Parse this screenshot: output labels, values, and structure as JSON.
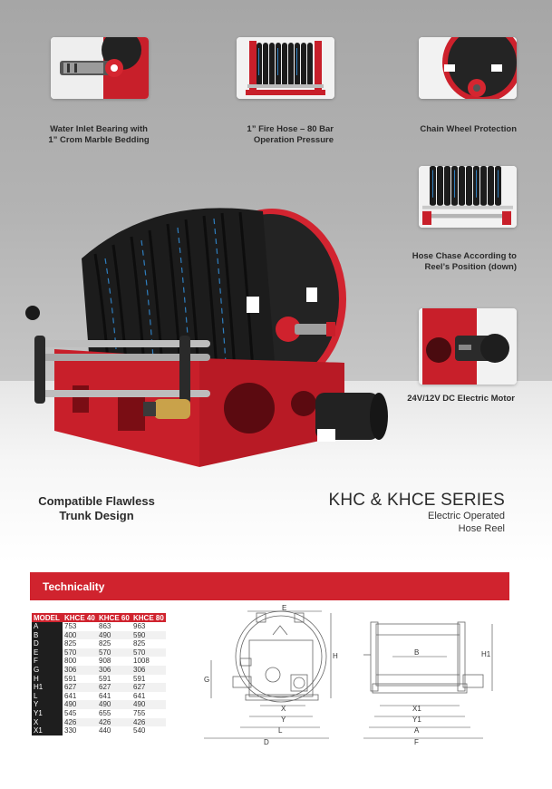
{
  "features": [
    {
      "caption": "Water Inlet Bearing with\n1” Crom Marble Bedding",
      "icon": "water-inlet-bearing-photo"
    },
    {
      "caption": "1” Fire Hose – 80 Bar\nOperation Pressure",
      "icon": "fire-hose-photo"
    },
    {
      "caption": "Chain Wheel Protection",
      "icon": "chain-wheel-photo"
    },
    {
      "caption": "Hose Chase According to\nReel’s Position (down)",
      "icon": "hose-chase-photo"
    },
    {
      "caption": "24V/12V DC Electric Motor",
      "icon": "electric-motor-photo"
    }
  ],
  "tagline": "Compatible Flawless\nTrunk Design",
  "series": {
    "title": "KHC & KHCE SERIES",
    "subtitle_line1": "Electric Operated",
    "subtitle_line2": "Hose Reel"
  },
  "technicality": {
    "title": "Technicality"
  },
  "table": {
    "headers": [
      "MODEL",
      "KHCE 40",
      "KHCE 60",
      "KHCE 80"
    ],
    "rows": [
      [
        "A",
        "753",
        "863",
        "963"
      ],
      [
        "B",
        "400",
        "490",
        "590"
      ],
      [
        "D",
        "825",
        "825",
        "825"
      ],
      [
        "E",
        "570",
        "570",
        "570"
      ],
      [
        "F",
        "800",
        "908",
        "1008"
      ],
      [
        "G",
        "306",
        "306",
        "306"
      ],
      [
        "H",
        "591",
        "591",
        "591"
      ],
      [
        "H1",
        "627",
        "627",
        "627"
      ],
      [
        "L",
        "641",
        "641",
        "641"
      ],
      [
        "Y",
        "490",
        "490",
        "490"
      ],
      [
        "Y1",
        "545",
        "655",
        "755"
      ],
      [
        "X",
        "426",
        "426",
        "426"
      ],
      [
        "X1",
        "330",
        "440",
        "540"
      ]
    ]
  },
  "drawing_front": {
    "labels": {
      "E": "E",
      "H": "H",
      "G": "G",
      "X": "X",
      "Y": "Y",
      "L": "L",
      "D": "D"
    }
  },
  "drawing_side": {
    "labels": {
      "B": "B",
      "H1": "H1",
      "X1": "X1",
      "Y1": "Y1",
      "A": "A",
      "F": "F"
    }
  },
  "colors": {
    "brand_red": "#d0232e",
    "hose_black": "#1b1b1b",
    "hose_stripe": "#2f7fc0"
  }
}
